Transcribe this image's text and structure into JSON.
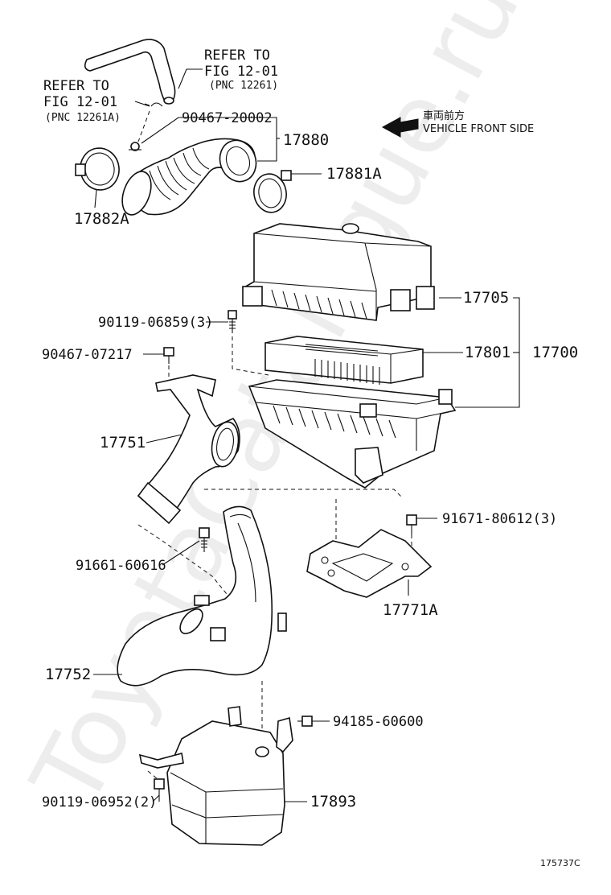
{
  "refs": {
    "right_line1": "REFER TO",
    "right_line2": "FIG 12-01",
    "right_line3": "(PNC 12261)",
    "left_line1": "REFER TO",
    "left_line2": "FIG 12-01",
    "left_line3": "(PNC 12261A)"
  },
  "direction": {
    "japanese": "車両前方",
    "english": "VEHICLE FRONT SIDE"
  },
  "labels": {
    "p90467_20002": "90467-20002",
    "p17880": "17880",
    "p17881A": "17881A",
    "p17882A": "17882A",
    "p17705": "17705",
    "p90119_06859": "90119-06859(3)",
    "p17801": "17801",
    "p17700": "17700",
    "p90467_07217": "90467-07217",
    "p17751": "17751",
    "p91671_80612": "91671-80612(3)",
    "p91661_60616": "91661-60616",
    "p17771A": "17771A",
    "p17752": "17752",
    "p94185_60600": "94185-60600",
    "p90119_06952": "90119-06952(2)",
    "p17893": "17893"
  },
  "watermark": "ToyotaCatalogue.ru",
  "diagram_code": "175737C"
}
